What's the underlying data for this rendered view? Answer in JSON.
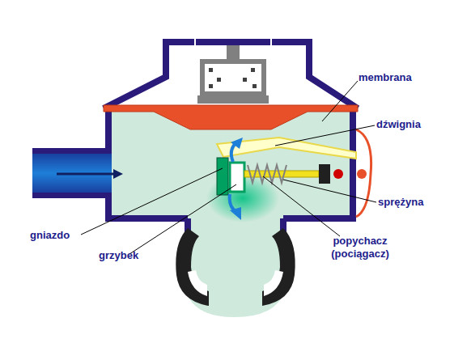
{
  "diagram": {
    "labels": [
      "membrana",
      "dźwignia",
      "sprężyna",
      "gniazdo",
      "grzybek",
      "popychacz (pociągacz)"
    ]
  }
}
